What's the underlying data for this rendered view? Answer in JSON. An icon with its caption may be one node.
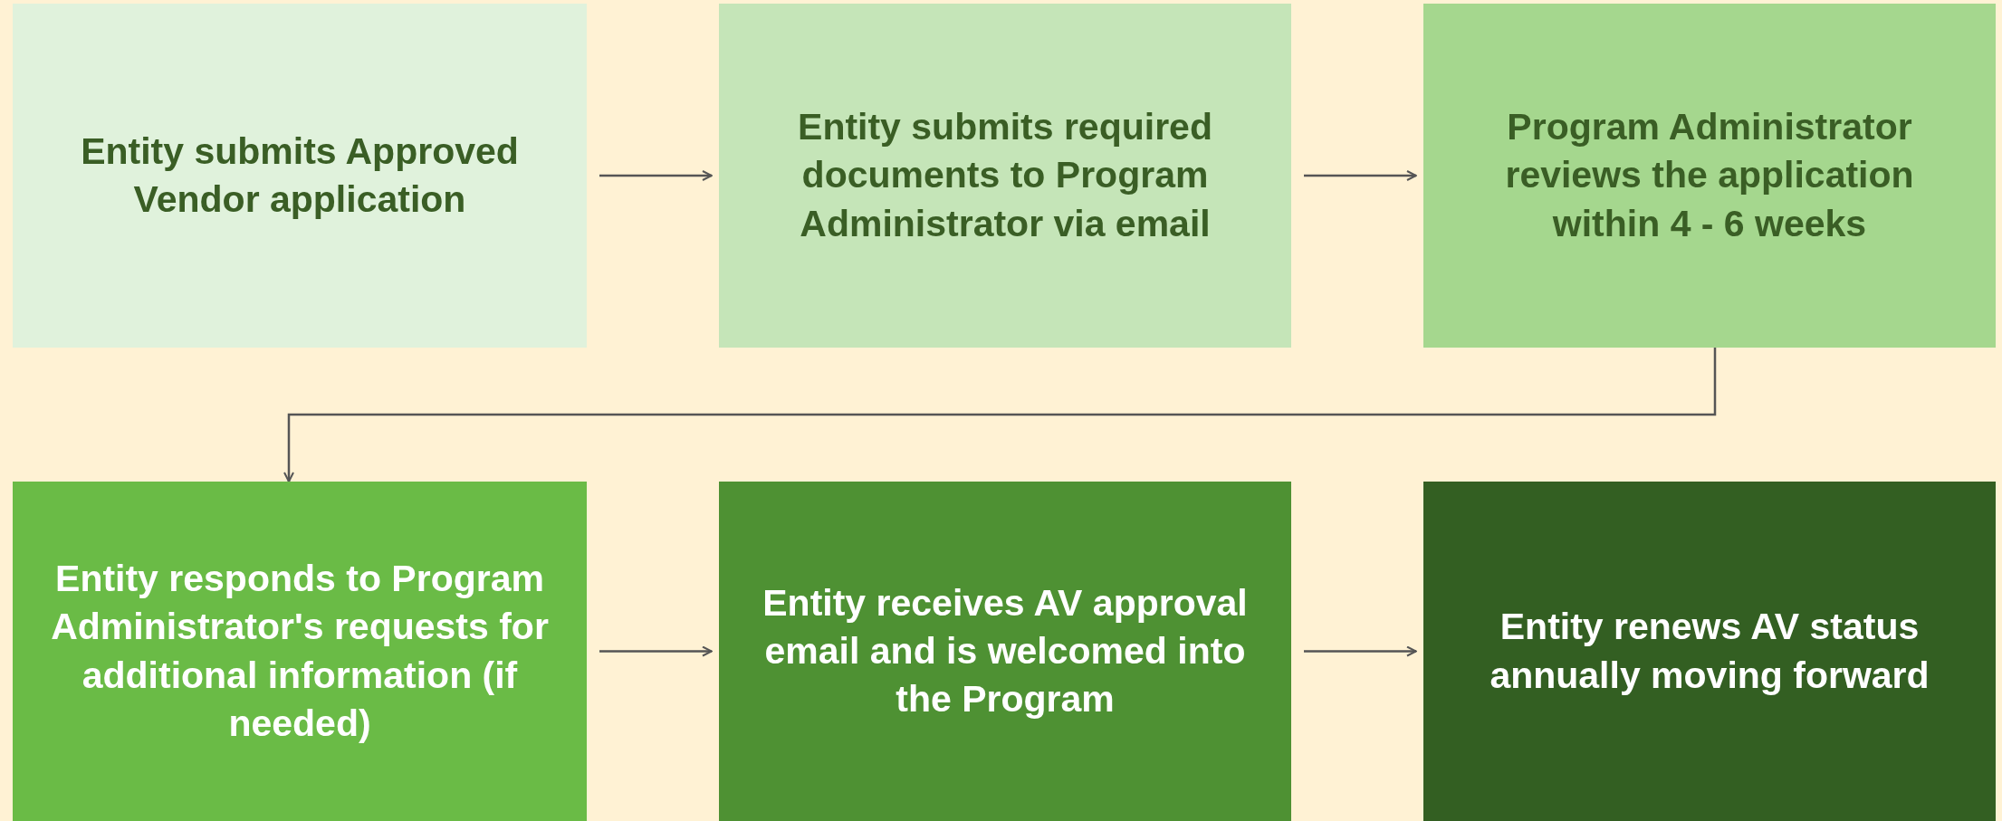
{
  "diagram": {
    "nodes": [
      {
        "text": [
          "Entity submits Approved Vendor application"
        ]
      },
      {
        "text": [
          "Entity submits required documents to Program Administrator via email"
        ]
      },
      {
        "text": [
          "Program Administrator reviews the application within 4 - 6 weeks"
        ]
      },
      {
        "text": [
          "Entity responds to Program Administrator's requests for additional information (if needed)"
        ]
      },
      {
        "text": [
          "Entity receives AV approval email and is welcomed into the Program"
        ]
      },
      {
        "text": [
          "Entity renews AV status annually moving forward"
        ]
      }
    ],
    "edges": [
      {
        "from": 0,
        "to": 1,
        "arrow": "to"
      },
      {
        "from": 1,
        "to": 2,
        "arrow": "to"
      },
      {
        "from": 2,
        "to": 3,
        "arrow": "to"
      },
      {
        "from": 3,
        "to": 4,
        "arrow": "to"
      },
      {
        "from": 4,
        "to": 5,
        "arrow": "to"
      }
    ]
  }
}
